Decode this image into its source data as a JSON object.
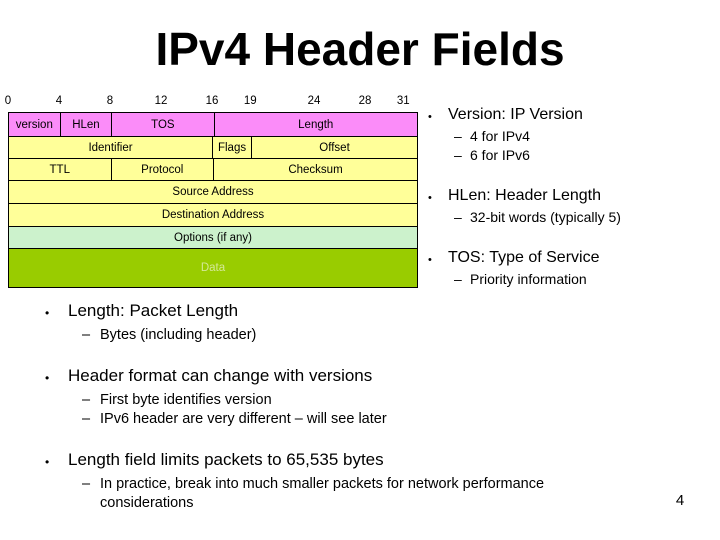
{
  "title": "IPv4 Header Fields",
  "page_number": "4",
  "markers": {
    "bullet": "•",
    "sub": "–"
  },
  "colors": {
    "row_pink": "#FB8CF9",
    "row_yellow": "#FFFF99",
    "row_mint": "#CCF2CC",
    "row_olive": "#99CC00",
    "data_text": "#D4E896",
    "border": "#000000"
  },
  "diagram": {
    "total_bits": 32,
    "bit_ticks": [
      {
        "label": "0",
        "bit": 0
      },
      {
        "label": "4",
        "bit": 4
      },
      {
        "label": "8",
        "bit": 8
      },
      {
        "label": "12",
        "bit": 12
      },
      {
        "label": "16",
        "bit": 16
      },
      {
        "label": "19",
        "bit": 19
      },
      {
        "label": "24",
        "bit": 24
      },
      {
        "label": "28",
        "bit": 28
      },
      {
        "label": "31",
        "bit": 31
      }
    ],
    "rows": [
      {
        "bg": "#FB8CF9",
        "height": 23,
        "fields": [
          {
            "label": "version",
            "bits": 4
          },
          {
            "label": "HLen",
            "bits": 4
          },
          {
            "label": "TOS",
            "bits": 8
          },
          {
            "label": "Length",
            "bits": 16
          }
        ]
      },
      {
        "bg": "#FFFF99",
        "height": 22,
        "fields": [
          {
            "label": "Identifier",
            "bits": 16
          },
          {
            "label": "Flags",
            "bits": 3
          },
          {
            "label": "Offset",
            "bits": 13
          }
        ]
      },
      {
        "bg": "#FFFF99",
        "height": 22,
        "fields": [
          {
            "label": "TTL",
            "bits": 8
          },
          {
            "label": "Protocol",
            "bits": 8
          },
          {
            "label": "Checksum",
            "bits": 16
          }
        ]
      },
      {
        "bg": "#FFFF99",
        "height": 23,
        "fields": [
          {
            "label": "Source Address",
            "bits": 32
          }
        ]
      },
      {
        "bg": "#FFFF99",
        "height": 23,
        "fields": [
          {
            "label": "Destination Address",
            "bits": 32
          }
        ]
      },
      {
        "bg": "#CCF2CC",
        "height": 22,
        "fields": [
          {
            "label": "Options (if any)",
            "bits": 32
          }
        ]
      },
      {
        "bg": "#99CC00",
        "height": 39,
        "text_color": "#D4E896",
        "fields": [
          {
            "label": "Data",
            "bits": 32
          }
        ]
      }
    ]
  },
  "right_bullets": [
    {
      "text": "Version: IP Version",
      "subs": [
        "4 for IPv4",
        "6 for IPv6"
      ]
    },
    {
      "text": "HLen: Header Length",
      "subs": [
        "32-bit words (typically 5)"
      ]
    },
    {
      "text": "TOS: Type of Service",
      "subs": [
        "Priority information"
      ]
    }
  ],
  "bottom_bullets": [
    {
      "text": "Length: Packet Length",
      "subs": [
        "Bytes (including header)"
      ]
    },
    {
      "text": "Header format can change with versions",
      "subs": [
        "First byte identifies version",
        "IPv6 header are very different – will see later"
      ]
    },
    {
      "text": "Length field limits packets to 65,535 bytes",
      "subs": [
        "In practice, break into much smaller packets for network performance considerations"
      ]
    }
  ]
}
